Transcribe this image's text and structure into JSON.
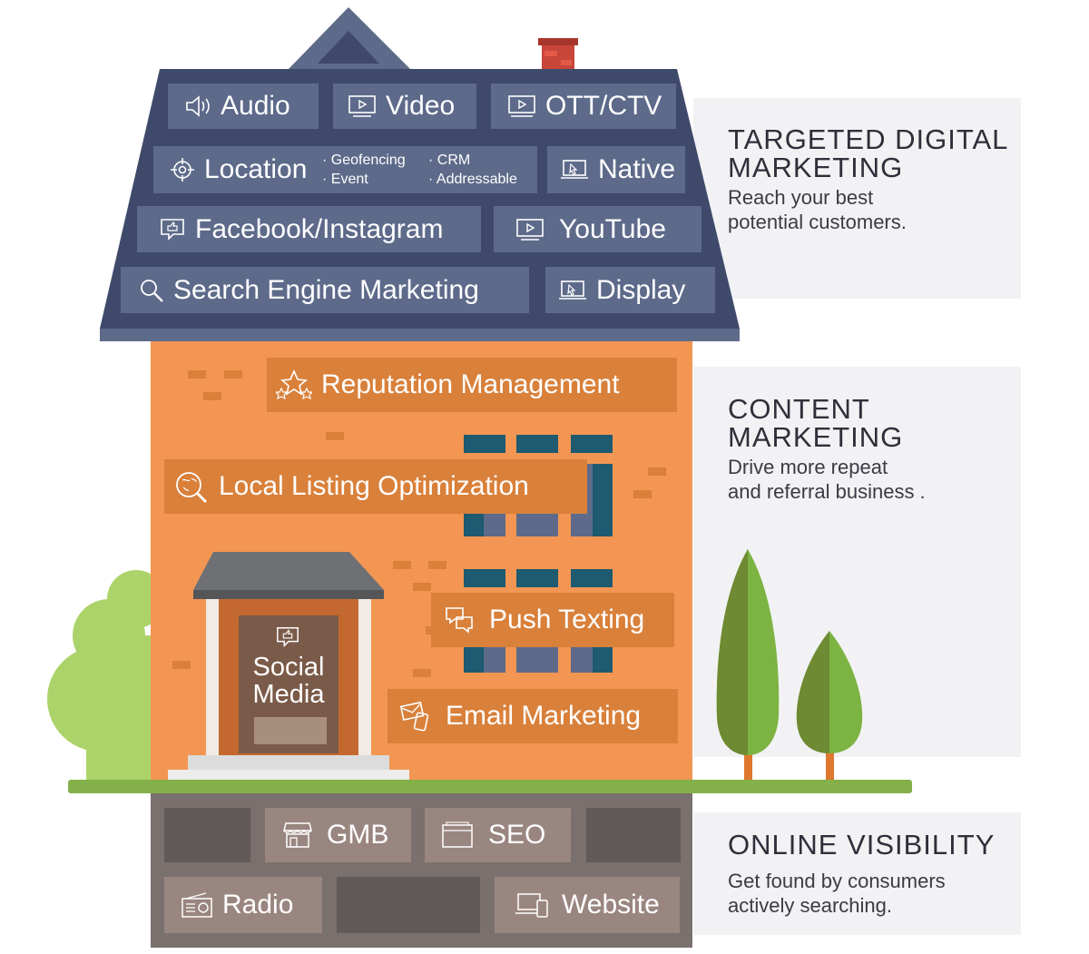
{
  "roof": {
    "items": [
      {
        "label": "Audio",
        "icon": "speaker-icon"
      },
      {
        "label": "Video",
        "icon": "video-player-icon"
      },
      {
        "label": "OTT/CTV",
        "icon": "tv-icon"
      },
      {
        "label": "Location",
        "icon": "crosshair-icon",
        "bullets": [
          "Geofencing",
          "Event",
          "CRM",
          "Addressable"
        ]
      },
      {
        "label": "Native",
        "icon": "laptop-cursor-icon"
      },
      {
        "label": "Facebook/Instagram",
        "icon": "thumbs-up-icon"
      },
      {
        "label": "YouTube",
        "icon": "video-player-icon"
      },
      {
        "label": "Search Engine Marketing",
        "icon": "magnifier-icon"
      },
      {
        "label": "Display",
        "icon": "laptop-cursor-icon"
      }
    ]
  },
  "wall": {
    "items": [
      {
        "label": "Reputation Management",
        "icon": "stars-icon"
      },
      {
        "label": "Local Listing Optimization",
        "icon": "map-search-icon"
      },
      {
        "label": "Push Texting",
        "icon": "chat-bubbles-icon"
      },
      {
        "label": "Email Marketing",
        "icon": "email-phone-icon"
      }
    ],
    "door": {
      "line1": "Social",
      "line2": "Media",
      "icon": "thumbs-up-icon"
    }
  },
  "foundation": {
    "items": [
      {
        "label": "GMB",
        "icon": "storefront-icon"
      },
      {
        "label": "SEO",
        "icon": "browser-window-icon"
      },
      {
        "label": "Radio",
        "icon": "radio-icon"
      },
      {
        "label": "Website",
        "icon": "devices-icon"
      }
    ]
  },
  "panels": [
    {
      "title": "TARGETED DIGITAL\nMARKETING",
      "subtitle": "Reach your best\npotential customers."
    },
    {
      "title": "CONTENT\nMARKETING",
      "subtitle": "Drive more repeat\nand referral business ."
    },
    {
      "title": "ONLINE VISIBILITY",
      "subtitle": "Get found by consumers\nactively searching."
    }
  ],
  "colors": {
    "roof": "#3f4a6b",
    "roof_tile": "#5d6a8a",
    "wall": "#f39653",
    "wall_tile": "#d9803a",
    "foundation": "#7a706d",
    "grass": "#84b04a",
    "tree_light": "#7cb342",
    "tree_dark": "#6e8a32",
    "chimney": "#c8453a",
    "window": "#1e5a70",
    "panel_bg": "#f2f2f4"
  }
}
